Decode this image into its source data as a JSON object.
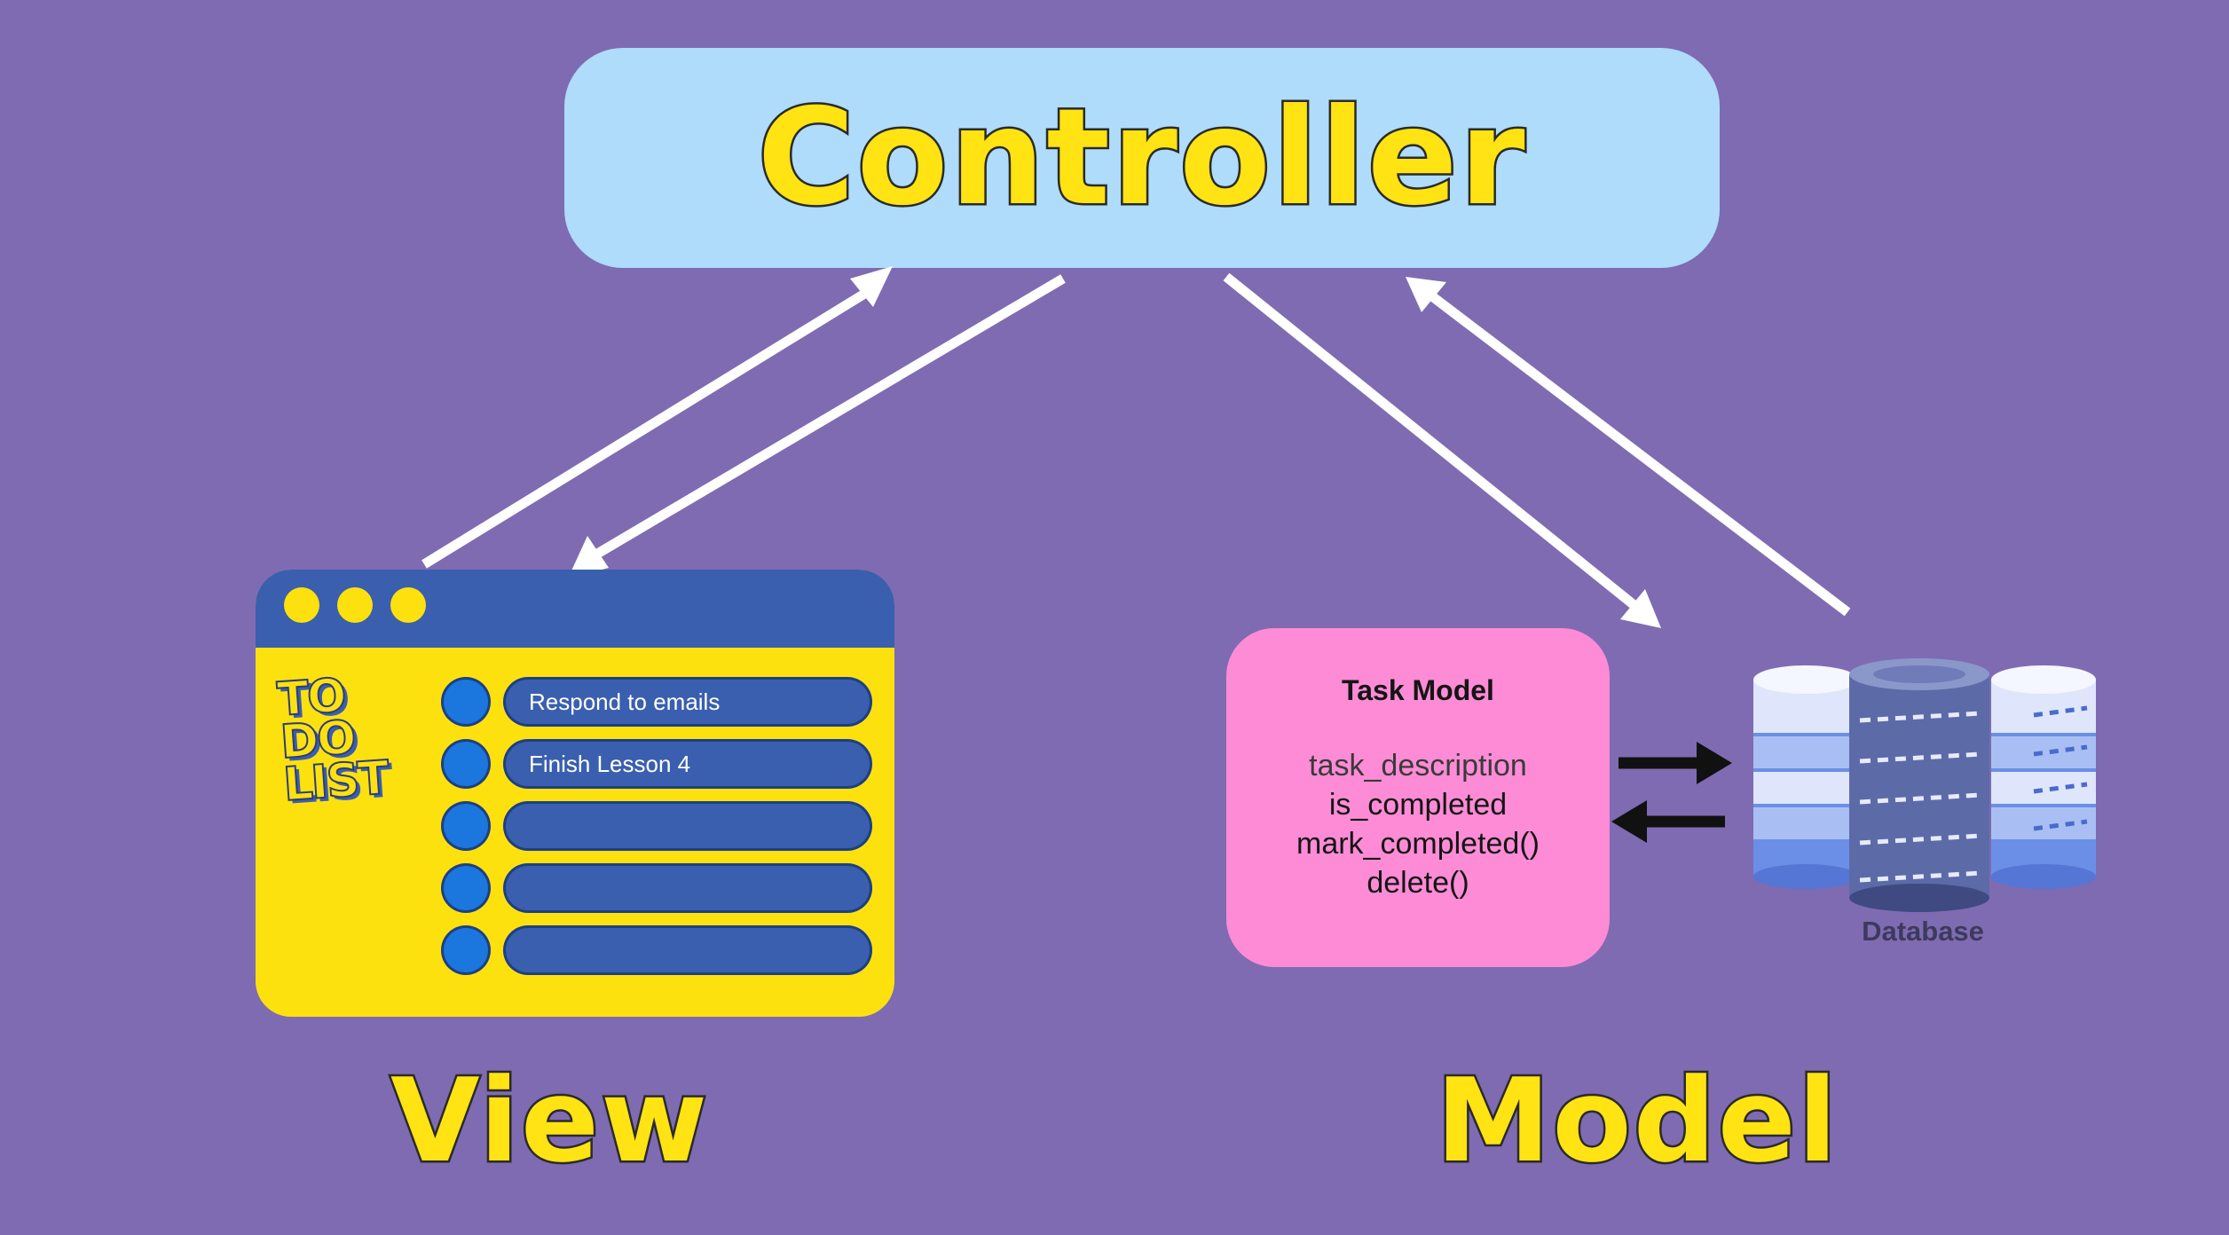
{
  "colors": {
    "background": "#7f6bb2",
    "controller_box": "#aedcfa",
    "label_yellow": "#ffe313",
    "view_window": "#fde10f",
    "view_blue": "#3a5fae",
    "check_blue": "#1b76dd",
    "task_model_box": "#fd8bd6",
    "arrow_white": "#ffffff",
    "arrow_black": "#111111"
  },
  "controller": {
    "label": "Controller"
  },
  "view": {
    "label": "View",
    "logo_lines": [
      "TO DO",
      "LIST"
    ],
    "todo_items": [
      "Respond to emails",
      "Finish Lesson 4",
      "",
      "",
      ""
    ]
  },
  "model": {
    "label": "Model",
    "task_model": {
      "title": "Task Model",
      "fields": [
        "task_description",
        "is_completed",
        "mark_completed()",
        "delete()"
      ]
    },
    "database_label": "Database"
  }
}
